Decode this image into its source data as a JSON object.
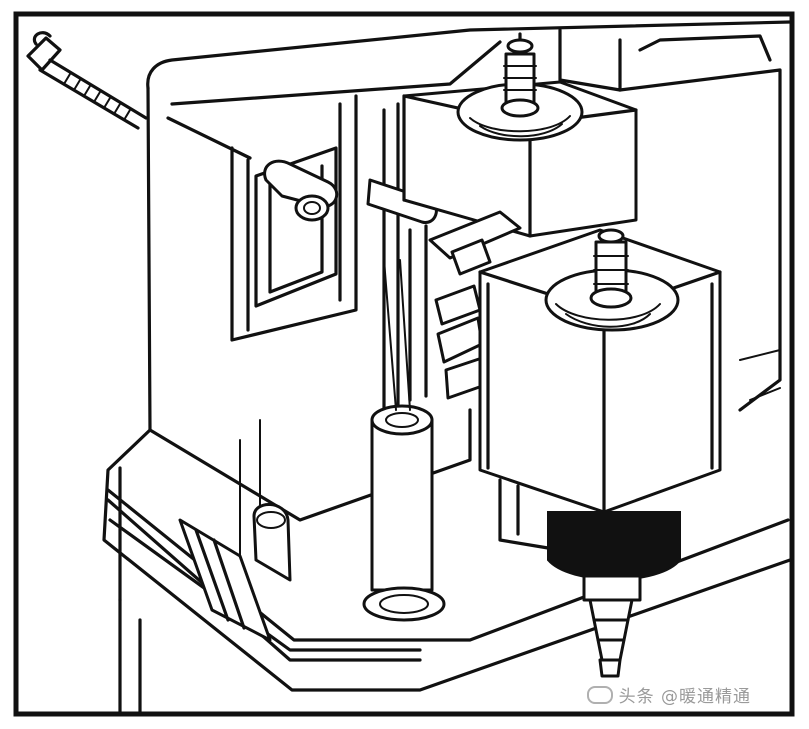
{
  "diagram": {
    "subject": "solenoid-valve-housing",
    "parts": [
      "frame-border",
      "housing-body",
      "screw",
      "rear-solenoid-valve",
      "front-solenoid-valve",
      "barbed-nozzle",
      "lever-pin",
      "vertical-tube",
      "spade-terminals",
      "mounting-clip"
    ]
  },
  "watermark": {
    "text": "头条 @暖通精通",
    "icon": "watermark-logo-icon"
  }
}
